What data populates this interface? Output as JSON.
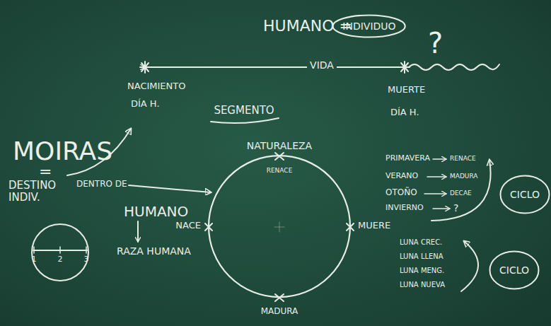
{
  "diagram": {
    "nodes": [
      {
        "text": [
          "INDIVIDUO"
        ]
      },
      {
        "text": [
          "NATURALEZA"
        ]
      },
      {
        "text": [
          "CICLO"
        ]
      },
      {
        "text": [
          "CICLO"
        ]
      }
    ],
    "labels": [
      "HUMANO =",
      "?",
      "VIDA",
      "NACIMIENTO",
      "DÍA H.",
      "SEGMENTO",
      "MUERTE",
      "DÍA H.",
      "MOIRAS",
      "=",
      "DESTINO INDIV.",
      "DENTRO DE",
      "HUMANO",
      "RAZA HUMANA",
      "RENACE",
      "NACE",
      "MUERE",
      "MADURA",
      "PRIMAVERA",
      "RENACE",
      "VERANO",
      "MADURA",
      "OTOÑO",
      "DECAE",
      "INVIERNO",
      "?",
      "LUNA CREC.",
      "LUNA LLENA",
      "LUNA MENG.",
      "LUNA NUEVA",
      "1",
      "2",
      "3"
    ]
  }
}
